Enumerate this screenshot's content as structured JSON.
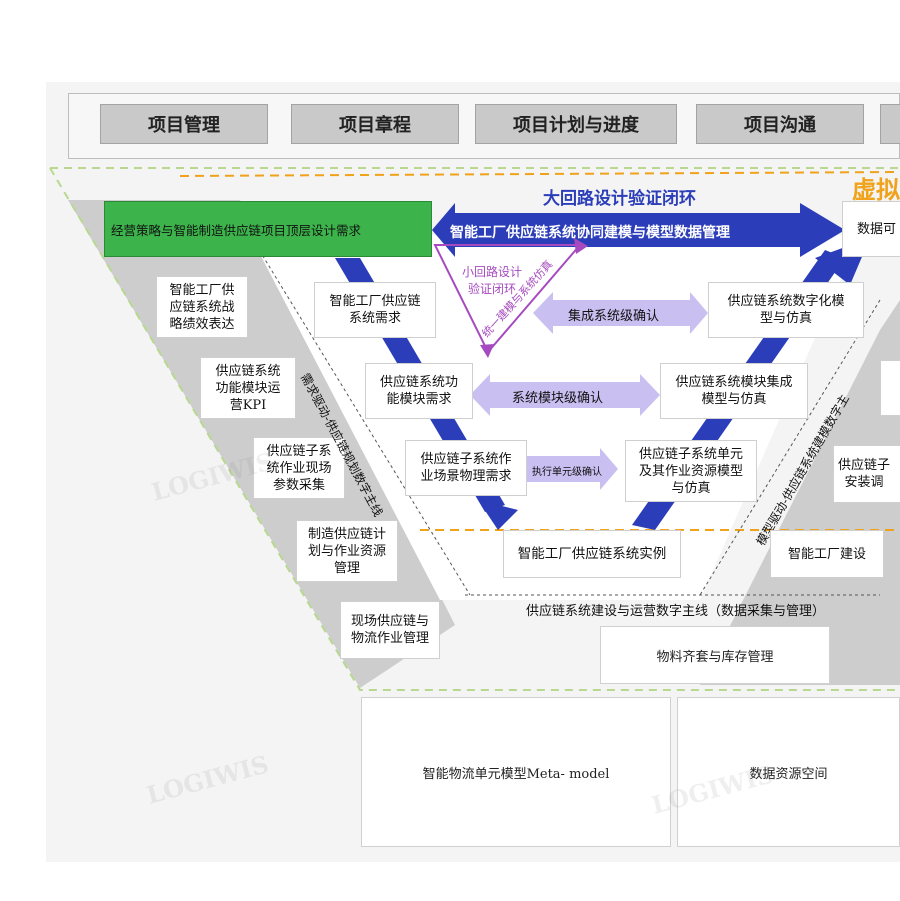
{
  "top_tabs": [
    "项目管理",
    "项目章程",
    "项目计划与进度",
    "项目沟通"
  ],
  "virtual_label": "虚拟",
  "loop_big": "大回路设计验证闭环",
  "loop_small": "小回路设计\n验证闭环",
  "left_green": "经营策略与智能制造供应链项目顶层设计需求",
  "top_arrow_text": "智能工厂供应链系统协同建模与模型数据管理",
  "right_top_box": "数据可",
  "left_column": [
    "智能工厂供\n应链系统战\n略绩效表达",
    "供应链系统\n功能模块运\n营KPI",
    "供应链子系\n统作业现场\n参数采集",
    "制造供应链计\n划与作业资源\n管理",
    "现场供应链与\n物流作业管理"
  ],
  "v_left": [
    "智能工厂供应链\n系统需求",
    "供应链系统功\n能模块需求",
    "供应链子系统作\n业场景物理需求"
  ],
  "v_right": [
    "供应链系统数字化模\n型与仿真",
    "供应链系统模块集成\n模型与仿真",
    "供应链子系统单元\n及其作业资源模型\n与仿真"
  ],
  "v_bottom": "智能工厂供应链系统实例",
  "confirm": [
    "集成系统级确认",
    "系统模块级确认",
    "执行单元级确认"
  ],
  "diag_mid": "统一建模与系统仿真",
  "diag_left": "需求驱动-供应链规划数字主线",
  "diag_right": "模型驱动-供应链系统建模数字主",
  "right_col": [
    "供应链子\n安装调",
    "智能工厂建设"
  ],
  "bottom_line": "供应链系统建设与运营数字主线（数据采集与管理）",
  "material": "物料齐套与库存管理",
  "bottom_boxes": [
    "智能物流单元模型Meta- model",
    "数据资源空间"
  ],
  "watermark": "LOGIWIS",
  "colors": {
    "green": "#3cb44b",
    "blue": "#2b3db8",
    "purple": "#a64bbf",
    "lavender": "#c9bff0",
    "orange": "#f0a21a",
    "gray": "#cdcdcd"
  }
}
